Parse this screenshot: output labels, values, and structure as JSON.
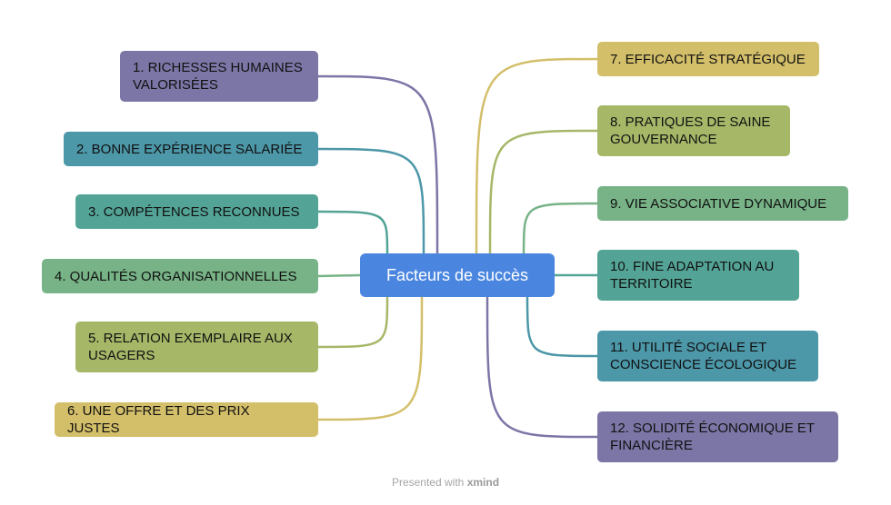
{
  "central": {
    "label": "Facteurs de succès",
    "color": "#4a86e0"
  },
  "footer": {
    "prefix": "Presented with",
    "brand": "xmind"
  },
  "palette": {
    "purple": "#7b76a6",
    "teal": "#4c97a8",
    "seagreen": "#53a496",
    "green": "#77b386",
    "olive": "#a6b768",
    "sand": "#d3bf6a"
  },
  "nodes": [
    {
      "label": "1. RICHESSES HUMAINES VALORISÉES",
      "color": "purple"
    },
    {
      "label": "2. BONNE EXPÉRIENCE SALARIÉE",
      "color": "teal"
    },
    {
      "label": "3. COMPÉTENCES RECONNUES",
      "color": "seagreen"
    },
    {
      "label": "4. QUALITÉS ORGANISATIONNELLES",
      "color": "green"
    },
    {
      "label": "5. RELATION EXEMPLAIRE AUX USAGERS",
      "color": "olive"
    },
    {
      "label": "6. UNE OFFRE ET DES PRIX JUSTES",
      "color": "sand"
    },
    {
      "label": "7. EFFICACITÉ STRATÉGIQUE",
      "color": "sand"
    },
    {
      "label": "8. PRATIQUES DE SAINE GOUVERNANCE",
      "color": "olive"
    },
    {
      "label": "9. VIE ASSOCIATIVE DYNAMIQUE",
      "color": "green"
    },
    {
      "label": "10. FINE ADAPTATION AU TERRITOIRE",
      "color": "seagreen"
    },
    {
      "label": "11. UTILITÉ SOCIALE ET CONSCIENCE ÉCOLOGIQUE",
      "color": "teal"
    },
    {
      "label": "12. SOLIDITÉ ÉCONOMIQUE ET FINANCIÈRE",
      "color": "purple"
    }
  ]
}
